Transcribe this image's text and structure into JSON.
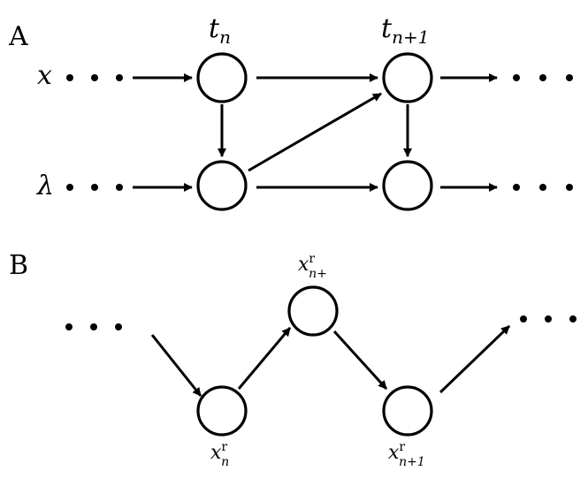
{
  "panel_a": {
    "label": "A",
    "time_labels": {
      "t_n": {
        "base": "t",
        "sub": "n"
      },
      "t_n1": {
        "base": "t",
        "sub": "n+1"
      }
    },
    "row_labels": {
      "x": "x",
      "lambda": "λ"
    }
  },
  "panel_b": {
    "label": "B",
    "node_labels": {
      "xn": {
        "base": "x",
        "sup": "r",
        "sub": "n"
      },
      "xnplus": {
        "base": "x",
        "sup": "r",
        "sub": "n+"
      },
      "xn1": {
        "base": "x",
        "sup": "r",
        "sub": "n+1"
      }
    }
  },
  "ellipsis": "• • •"
}
